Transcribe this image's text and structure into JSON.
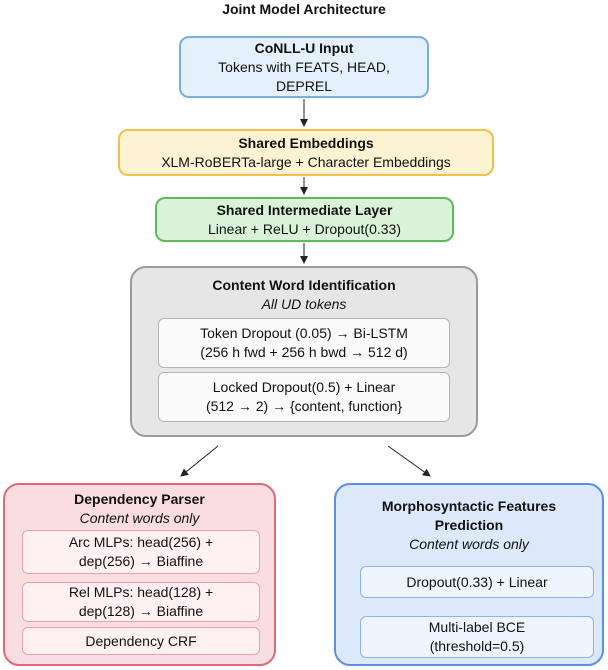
{
  "title": "Joint Model Architecture",
  "conll": {
    "title": "CoNLL-U Input",
    "line1": "Tokens with FEATS, HEAD,",
    "line2": "DEPREL"
  },
  "embeddings": {
    "title": "Shared Embeddings",
    "line1": "XLM-RoBERTa-large + Character Embeddings"
  },
  "intermediate": {
    "title": "Shared Intermediate Layer",
    "line1": "Linear + ReLU + Dropout(0.33)"
  },
  "cwi": {
    "title": "Content Word Identification",
    "subtitle": "All UD tokens",
    "step1": {
      "line1": "Token Dropout (0.05) → Bi-LSTM",
      "line2": "(256 h fwd + 256 h bwd  → 512 d)"
    },
    "step2": {
      "line1": "Locked Dropout(0.5) + Linear",
      "line2": "(512 → 2) → {content, function}"
    }
  },
  "parser": {
    "title": "Dependency Parser",
    "subtitle": "Content words only",
    "step1": {
      "line1": "Arc MLPs: head(256) +",
      "line2": "dep(256) → Biaffine"
    },
    "step2": {
      "line1": "Rel MLPs: head(128) +",
      "line2": "dep(128) → Biaffine"
    },
    "step3": {
      "line1": "Dependency CRF"
    }
  },
  "morph": {
    "title1": "Morphosyntactic Features",
    "title2": "Prediction",
    "subtitle": "Content words only",
    "step1": {
      "line1": "Dropout(0.33) + Linear"
    },
    "step2": {
      "line1": "Multi-label BCE",
      "line2": "(threshold=0.5)"
    }
  }
}
